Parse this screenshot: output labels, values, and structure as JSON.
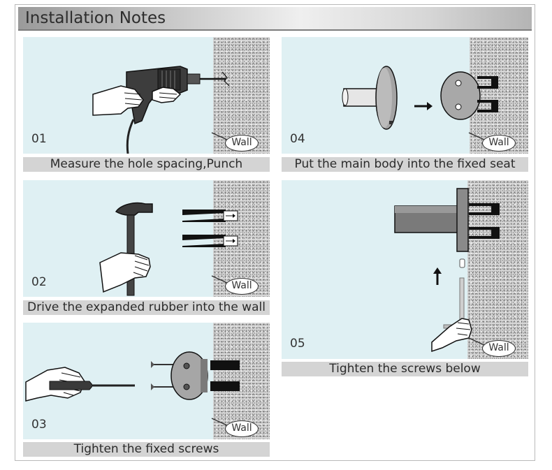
{
  "header": {
    "title": "Installation Notes"
  },
  "steps": [
    {
      "number": "01",
      "wall_label": "Wall",
      "caption": "Measure the hole spacing,Punch"
    },
    {
      "number": "02",
      "wall_label": "Wall",
      "caption": "Drive the expanded rubber into the wall"
    },
    {
      "number": "03",
      "wall_label": "Wall",
      "caption": "Tighten the fixed screws"
    },
    {
      "number": "04",
      "wall_label": "Wall",
      "caption": "Put the main body into the fixed seat"
    },
    {
      "number": "05",
      "wall_label": "Wall",
      "caption": "Tighten the screws below"
    }
  ],
  "icons": [
    "drill-icon",
    "hammer-icon",
    "screwdriver-icon",
    "flange-icon",
    "arrow-icon"
  ]
}
